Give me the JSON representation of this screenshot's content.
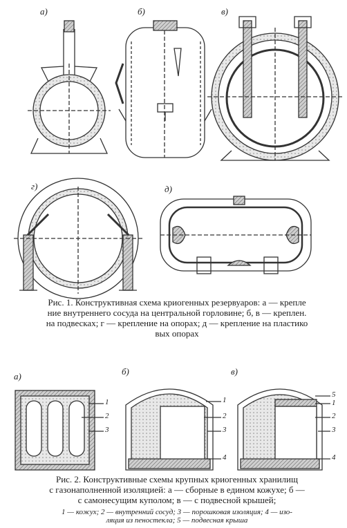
{
  "fig1": {
    "labels": {
      "a": "а)",
      "b": "б)",
      "v": "в)",
      "g": "г)",
      "d": "д)"
    },
    "caption_lines": [
      "Рис.    1. Конструктивная схема криогенных резервуаров: а — крепле",
      "ние внутреннего сосуда на центральной горловине; б, в — креплен.",
      "на подвесках; г — крепление на опорах; д — крепление на пластико",
      "вых опорах"
    ]
  },
  "fig2": {
    "labels": {
      "a": "а)",
      "b": "б)",
      "v": "в)"
    },
    "numbers_a": [
      "1",
      "2",
      "3"
    ],
    "numbers_b": [
      "1",
      "2",
      "3",
      "4"
    ],
    "numbers_v": [
      "5",
      "1",
      "2",
      "3",
      "4"
    ],
    "caption_lines": [
      "Рис.    2. Конструктивные схемы крупных криогенных хранилищ",
      "с газонаполненной изоляцией: а — сборные в едином кожухе; б —",
      "с самонесущим куполом; в — с подвесной крышей;"
    ],
    "legend_lines": [
      "1 — кожух; 2 — внутренний сосуд; 3 — порошковая изоляция; 4 — изо-",
      "ляция из пеностекла; 5 — подвесная крыша"
    ]
  }
}
